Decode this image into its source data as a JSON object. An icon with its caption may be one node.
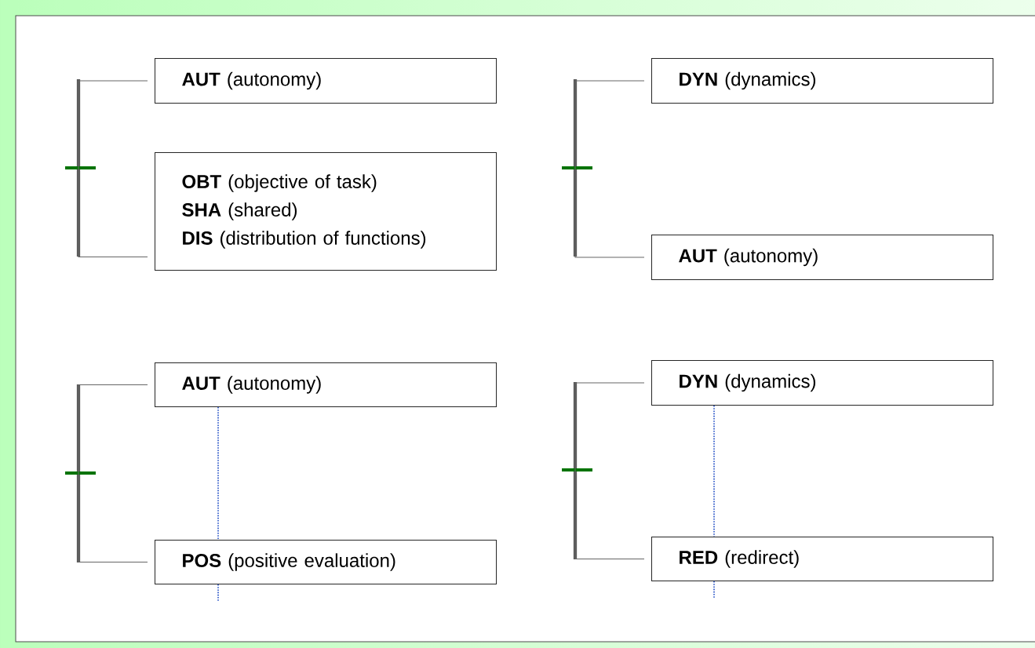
{
  "diagram": {
    "nodes": [
      {
        "text": [
          "**AUT** (autonomy)"
        ]
      },
      {
        "text": [
          "**DYN** (dynamics)"
        ]
      },
      {
        "text": [
          "**OBT** (objective of task)",
          "**SHA** (shared)",
          "**DIS** (distribution of functions)"
        ]
      },
      {
        "text": [
          "**AUT** (autonomy)"
        ]
      },
      {
        "text": [
          "**AUT** (autonomy)"
        ]
      },
      {
        "text": [
          "**DYN** (dynamics)"
        ]
      },
      {
        "text": [
          "**POS** (positive evaluation)"
        ]
      },
      {
        "text": [
          "**RED** (redirect)"
        ]
      }
    ],
    "edges": [
      {
        "from": 0,
        "to": 2,
        "arrow": "none"
      },
      {
        "from": 1,
        "to": 3,
        "arrow": "none"
      },
      {
        "from": 4,
        "to": 6,
        "arrow": "none"
      },
      {
        "from": 5,
        "to": 7,
        "arrow": "none"
      },
      {
        "from": 4,
        "to": 6,
        "arrow": "none",
        "style": "dashed",
        "color": "#4a6fd0"
      },
      {
        "from": 5,
        "to": 7,
        "arrow": "none",
        "style": "dashed",
        "color": "#4a6fd0"
      },
      {
        "from": 6,
        "to": null,
        "arrow": "none",
        "style": "dashed",
        "color": "#4a6fd0"
      },
      {
        "from": 7,
        "to": null,
        "arrow": "none",
        "style": "dashed",
        "color": "#4a6fd0"
      }
    ]
  }
}
